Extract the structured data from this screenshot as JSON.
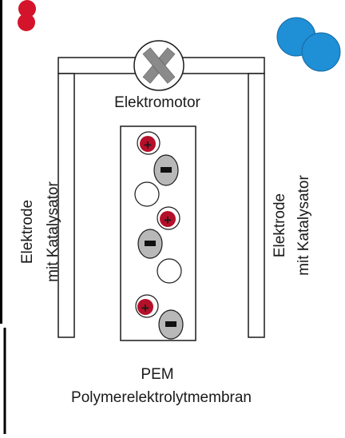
{
  "labels": {
    "motor": "Elektromotor",
    "electrode_left_line1": "Elektrode",
    "electrode_left_line2": "mit Katalysator",
    "electrode_right_line1": "Elektrode",
    "electrode_right_line2": "mit Katalysator",
    "membrane_line1": "PEM",
    "membrane_line2": "Polymerelektrolytmembran"
  },
  "symbols": {
    "plus": "+",
    "minus": "−"
  },
  "particles": {
    "positive": [
      "proton-1",
      "proton-2",
      "proton-3"
    ],
    "negative": [
      "electron-1",
      "electron-2",
      "electron-3"
    ],
    "neutral": [
      "neutral-1",
      "neutral-2"
    ]
  },
  "colors": {
    "hydrogen": "#d4142a",
    "oxygen": "#1f8fd6",
    "proton": "#b5102a",
    "electron_fill": "#b8b8b8",
    "motor_blade": "#8a8a8a",
    "outline": "#1a1a1a"
  },
  "icons": {
    "motor": "fan-blade-icon",
    "hydrogen": "hydrogen-molecule-icon",
    "oxygen": "oxygen-molecule-icon"
  }
}
